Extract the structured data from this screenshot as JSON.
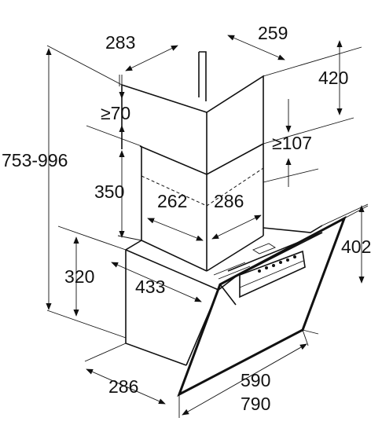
{
  "dimensions": {
    "chimney_depth_top": "283",
    "chimney_width_top": "259",
    "upper_chimney_height": "420",
    "min_gap_top": "≥70",
    "min_overlap": "≥107",
    "total_height": "753-996",
    "lower_chimney_height": "350",
    "chimney_width_lower": "262",
    "chimney_depth_lower": "286",
    "hood_height": "402",
    "hood_body_height": "320",
    "hood_side_depth": "433",
    "base_depth": "286",
    "hood_width_a": "590",
    "hood_width_b": "790"
  }
}
